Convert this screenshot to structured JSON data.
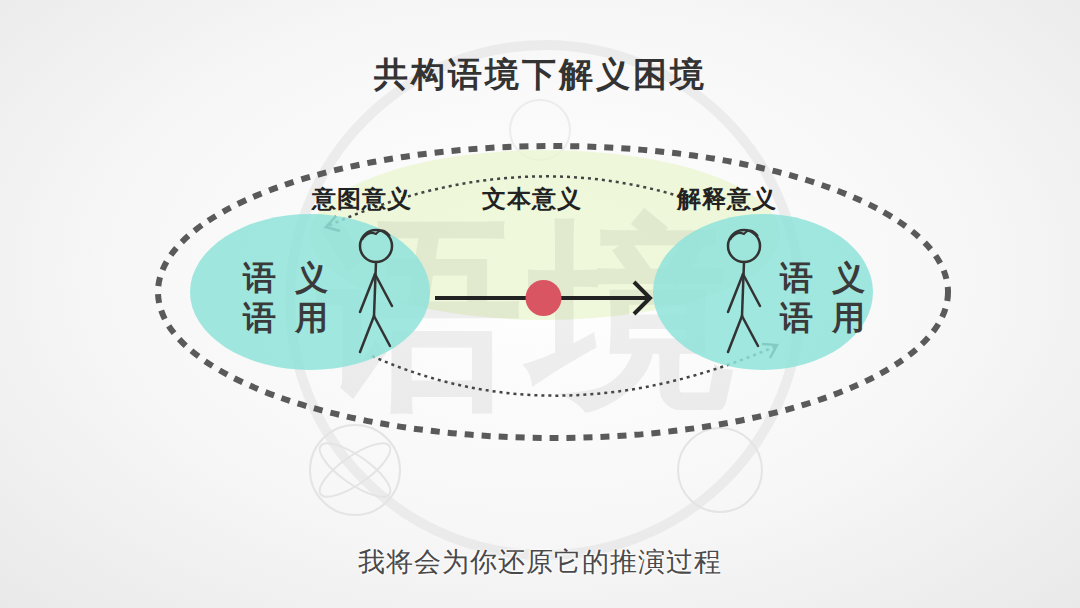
{
  "diagram": {
    "title": "共构语境下解义困境",
    "caption": "我将会为你还原它的推演过程",
    "nodes": [
      {
        "text": [
          "意图意义",
          "语 义",
          "语 用"
        ]
      },
      {
        "text": [
          "解释意义",
          "语 义",
          "语 用"
        ]
      }
    ],
    "edges": [
      {
        "from": 0,
        "to": 1,
        "arrow": "to"
      }
    ],
    "labels": [
      "文本意义",
      "语境"
    ]
  }
}
